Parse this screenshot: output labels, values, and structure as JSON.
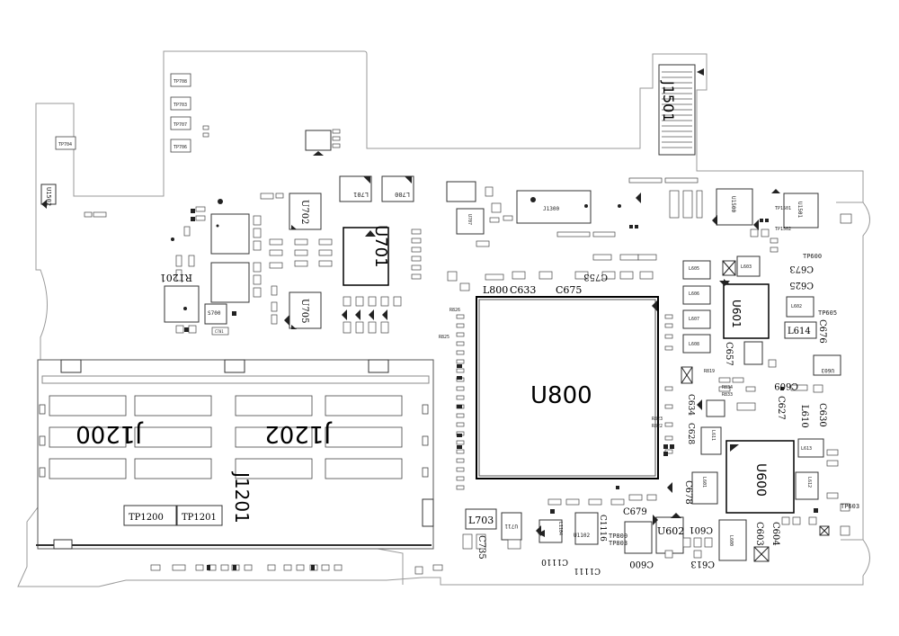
{
  "board": {
    "major_labels": {
      "u800": "U800",
      "u701": "U701",
      "u600": "U600",
      "u601": "U601",
      "j1200": "J1200",
      "j1202": "J1202",
      "j1201": "J1201",
      "j1501": "J1501",
      "u702": "U702",
      "u705": "U705",
      "u602": "U602",
      "l703": "L703",
      "l800": "L800",
      "c633": "C633",
      "c675": "C675",
      "c735": "C735",
      "c679": "C679",
      "c678": "C678",
      "c613": "C613",
      "c600": "C600",
      "c604": "C604",
      "c603": "C603",
      "c609": "C609",
      "c601": "C601",
      "l614": "L614",
      "l610": "L610",
      "c630": "C630",
      "c627": "C627",
      "c676": "C676",
      "c673": "C673",
      "c625": "C625",
      "c657": "C657",
      "c634": "C634",
      "c628": "C628",
      "c753": "C753",
      "c1116": "C1116",
      "c1110": "C1110",
      "c1111": "C1111",
      "tp1200": "TP1200",
      "tp1201": "TP1201",
      "r1201": "R1201",
      "tp600": "TP600",
      "tp605": "TP605",
      "tp603": "TP603",
      "tp800": "TP800",
      "tp803": "TP803"
    },
    "small_labels": {
      "tp708": "TP708",
      "tp703": "TP703",
      "tp707": "TP707",
      "tp706": "TP706",
      "tp704": "TP704",
      "u1502": "U1502",
      "j1300": "J1300",
      "u707": "U707",
      "l701": "L701",
      "l700": "L700",
      "u1500": "U1500",
      "u1501": "U1501",
      "tp1501": "TP1501",
      "tp1502": "TP1502",
      "s700": "S700",
      "c701": "C701",
      "u1102": "U1102",
      "l1104": "L1104",
      "u711": "U711",
      "l611": "L611",
      "l612": "L612",
      "l613": "L613",
      "l602": "L602",
      "l603": "L603",
      "u603": "U603",
      "l600": "L600",
      "l601": "L601",
      "l605": "L605",
      "l606": "L606",
      "l607": "L607",
      "l608": "L608",
      "r825": "R825",
      "r826": "R826",
      "r819": "R819",
      "r834": "R834",
      "r833": "R833",
      "r823": "R823",
      "r822": "R822"
    }
  }
}
